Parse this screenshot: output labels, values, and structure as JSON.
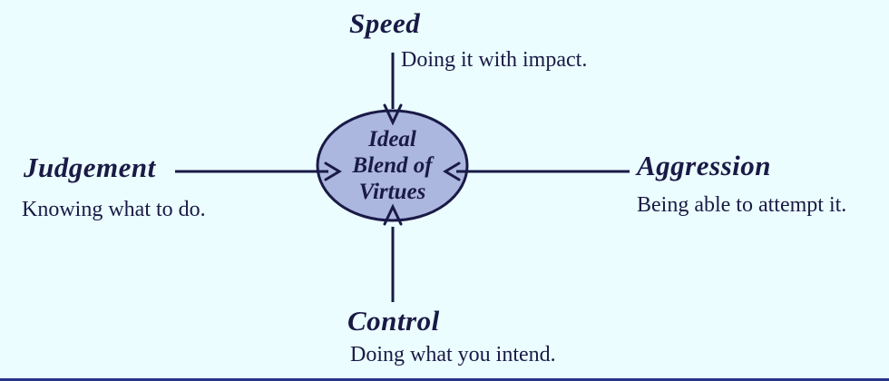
{
  "diagram_title": "Ideal Blend of Virtues diagram",
  "center": {
    "line1": "Ideal",
    "line2": "Blend of",
    "line3": "Virtues"
  },
  "nodes": {
    "top": {
      "title": "Speed",
      "desc": "Doing it with impact."
    },
    "left": {
      "title": "Judgement",
      "desc": "Knowing what to do."
    },
    "right": {
      "title": "Aggression",
      "desc": "Being able to attempt it."
    },
    "bottom": {
      "title": "Control",
      "desc": "Doing what you intend."
    }
  },
  "colors": {
    "bg": "#ebfdff",
    "ink": "#1a1a46",
    "ellipse_fill": "#acb7e0",
    "bottom_edge": "#27338a"
  }
}
